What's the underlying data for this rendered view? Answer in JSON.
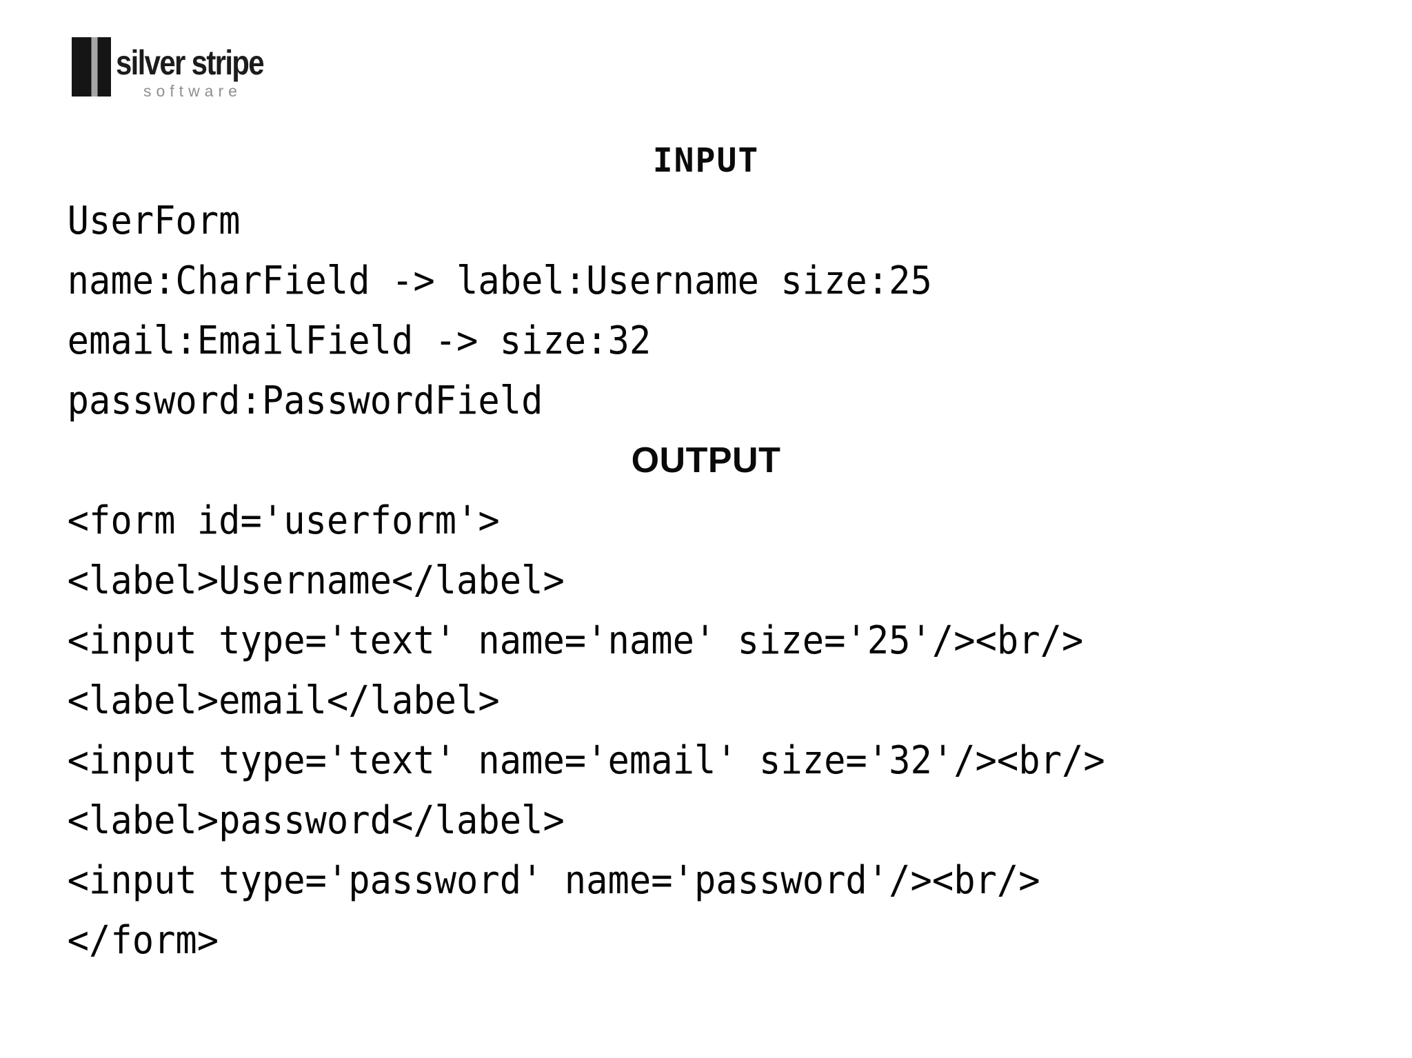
{
  "page": {
    "background": "#ffffff",
    "text_color": "#060606"
  },
  "logo": {
    "title": "silver stripe",
    "subtitle": "software",
    "mark_color": "#151515",
    "stripe_color": "#a6a6a6",
    "subtitle_color": "#8f8f8f"
  },
  "sections": [
    {
      "heading": "INPUT",
      "lines": [
        "UserForm",
        "name:CharField -> label:Username size:25",
        "email:EmailField -> size:32",
        "password:PasswordField"
      ]
    },
    {
      "heading": "OUTPUT",
      "lines": [
        "<form id='userform'>",
        "<label>Username</label>",
        "<input type='text' name='name' size='25'/><br/>",
        "<label>email</label>",
        "<input type='text' name='email' size='32'/><br/>",
        "<label>password</label>",
        "<input type='password' name='password'/><br/>",
        "</form>"
      ]
    }
  ]
}
